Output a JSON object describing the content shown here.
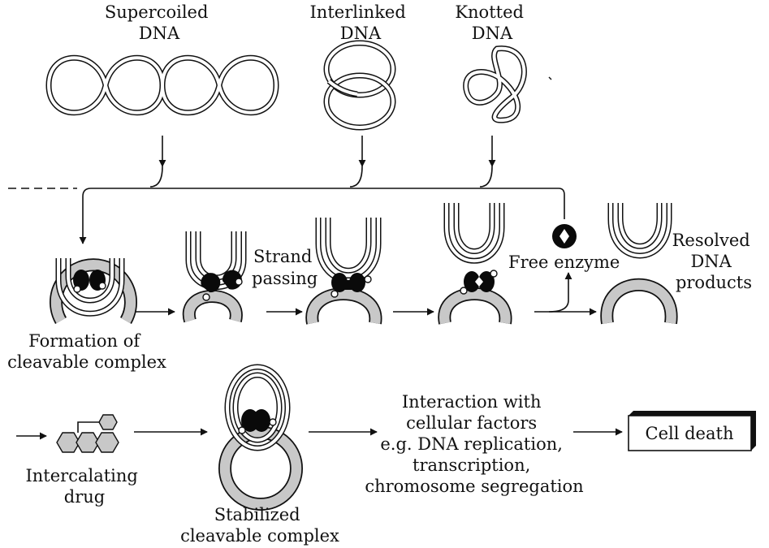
{
  "labels": {
    "supercoiled": [
      "Supercoiled",
      "DNA"
    ],
    "interlinked": [
      "Interlinked",
      "DNA"
    ],
    "knotted": [
      "Knotted",
      "DNA"
    ],
    "strand_passing": [
      "Strand",
      "passing"
    ],
    "free_enzyme": "Free enzyme",
    "resolved": [
      "Resolved",
      "DNA",
      "products"
    ],
    "formation": [
      "Formation of",
      "cleavable complex"
    ],
    "intercalating": [
      "Intercalating",
      "drug"
    ],
    "stabilized": [
      "Stabilized",
      "cleavable complex"
    ],
    "interaction": [
      "Interaction with",
      "cellular factors",
      "e.g. DNA replication,",
      "transcription,",
      "chromosome segregation"
    ],
    "cell_death": "Cell death"
  }
}
